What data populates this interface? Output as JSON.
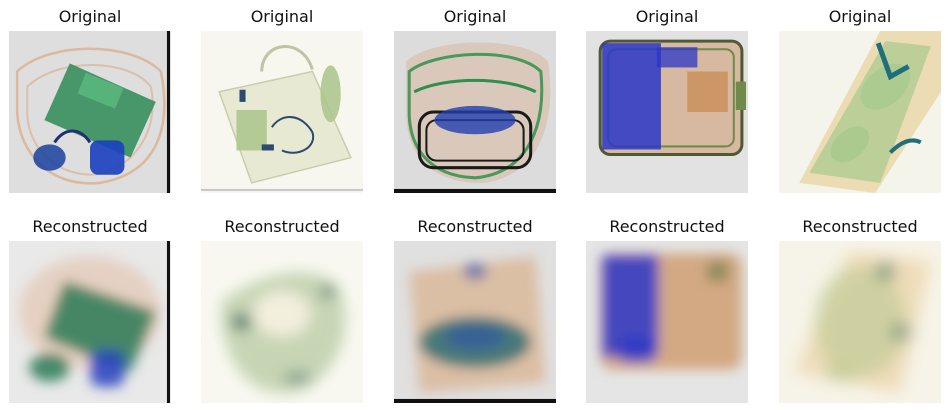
{
  "rows": [
    {
      "title": "Original",
      "images": [
        {
          "label": "Original",
          "bg": "#dedede",
          "tone": [
            "#2e8b57",
            "#1a3fbf",
            "#d99a6c"
          ]
        },
        {
          "label": "Original",
          "bg": "#f7f7ef",
          "tone": [
            "#a9c48a",
            "#2c4a6e",
            "#e6e8cf"
          ]
        },
        {
          "label": "Original",
          "bg": "#dcdcdc",
          "tone": [
            "#2f8f4e",
            "#1f3fae",
            "#d6a77a"
          ]
        },
        {
          "label": "Original",
          "bg": "#e2e2e2",
          "tone": [
            "#2a36c8",
            "#c8884f",
            "#6f8a4a"
          ]
        },
        {
          "label": "Original",
          "bg": "#f4f4ea",
          "tone": [
            "#a8c98d",
            "#1f6f7a",
            "#e9d6a6"
          ]
        }
      ]
    },
    {
      "title": "Reconstructed",
      "images": [
        {
          "label": "Reconstructed",
          "bg": "#e9e9e9",
          "tone": [
            "#2c7a56",
            "#243ec0",
            "#dca27a"
          ]
        },
        {
          "label": "Reconstructed",
          "bg": "#f8f8f0",
          "tone": [
            "#b7c9a0",
            "#3b6468",
            "#f6f0df"
          ]
        },
        {
          "label": "Reconstructed",
          "bg": "#e0e0e0",
          "tone": [
            "#2e6f73",
            "#2f4fa8",
            "#d8b08a"
          ]
        },
        {
          "label": "Reconstructed",
          "bg": "#e5e5e5",
          "tone": [
            "#2b36c9",
            "#c9884f",
            "#5f7b45"
          ]
        },
        {
          "label": "Reconstructed",
          "bg": "#f6f4e8",
          "tone": [
            "#b7c88e",
            "#2e7367",
            "#eed9b4"
          ]
        }
      ]
    }
  ]
}
